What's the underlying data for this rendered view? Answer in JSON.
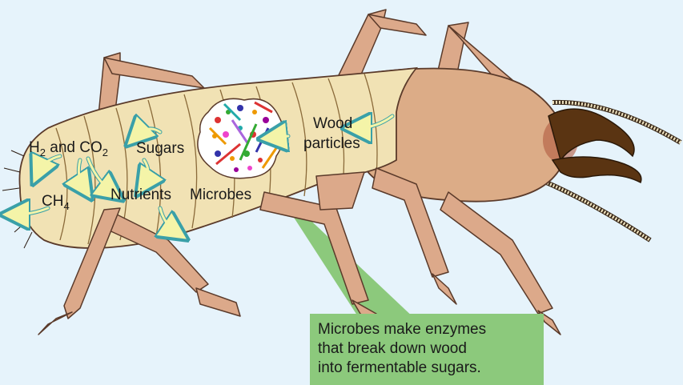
{
  "labels": {
    "wood_line1": "Wood",
    "wood_line2": "particles",
    "sugars": "Sugars",
    "h2_prefix": "H",
    "h2_sub": "2",
    "h2_mid": " and CO",
    "co2_sub": "2",
    "ch4_prefix": "CH",
    "ch4_sub": "4",
    "nutrients": "Nutrients",
    "microbes": "Microbes"
  },
  "callout": {
    "line1": "Microbes make enzymes",
    "line2": "that break down wood",
    "line3": "into fermentable sugars."
  },
  "colors": {
    "background": "#e6f3fb",
    "abdomen": "#f1e2b4",
    "head": "#dcac87",
    "legs": "#dca98a",
    "mandible": "#5a3412",
    "callout": "#8cc97c",
    "arrow": "#f4f4a8"
  }
}
